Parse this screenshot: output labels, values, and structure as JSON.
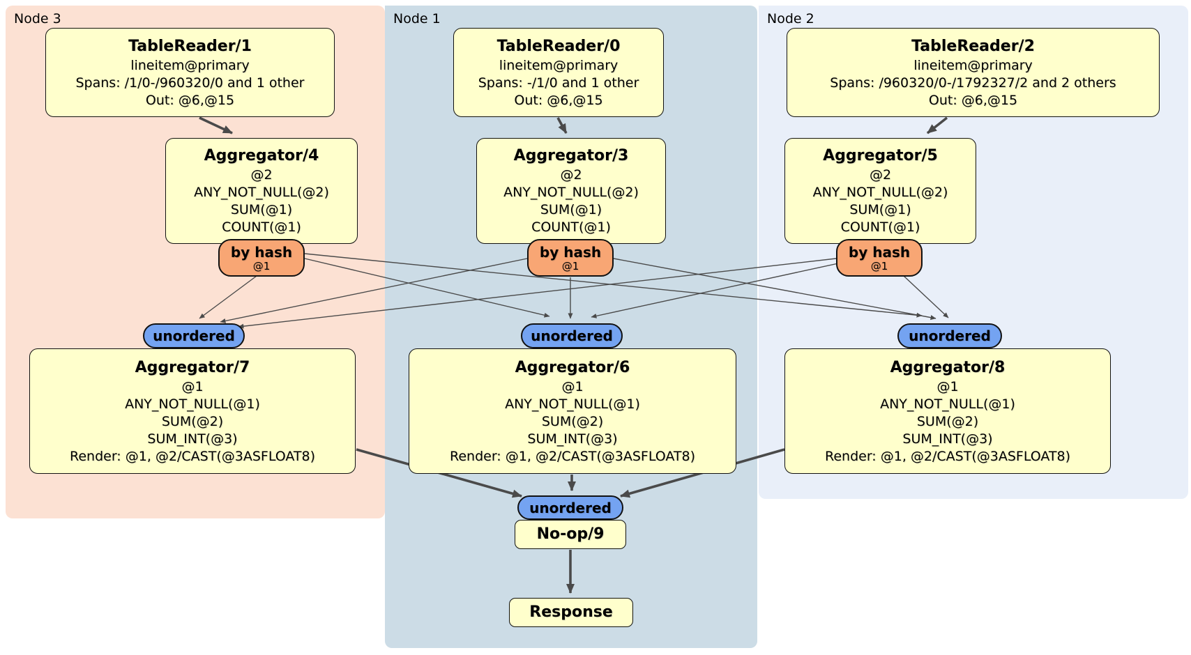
{
  "panels": {
    "node3": {
      "label": "Node 3"
    },
    "node1": {
      "label": "Node 1"
    },
    "node2": {
      "label": "Node 2"
    }
  },
  "processors": {
    "tr1": {
      "title": "TableReader/1",
      "lines": [
        "lineitem@primary",
        "Spans: /1/0-/960320/0 and 1 other",
        "Out: @6,@15"
      ]
    },
    "tr0": {
      "title": "TableReader/0",
      "lines": [
        "lineitem@primary",
        "Spans: -/1/0 and 1 other",
        "Out: @6,@15"
      ]
    },
    "tr2": {
      "title": "TableReader/2",
      "lines": [
        "lineitem@primary",
        "Spans: /960320/0-/1792327/2 and 2 others",
        "Out: @6,@15"
      ]
    },
    "agg4": {
      "title": "Aggregator/4",
      "lines": [
        "@2",
        "ANY_NOT_NULL(@2)",
        "SUM(@1)",
        "COUNT(@1)"
      ]
    },
    "agg3": {
      "title": "Aggregator/3",
      "lines": [
        "@2",
        "ANY_NOT_NULL(@2)",
        "SUM(@1)",
        "COUNT(@1)"
      ]
    },
    "agg5": {
      "title": "Aggregator/5",
      "lines": [
        "@2",
        "ANY_NOT_NULL(@2)",
        "SUM(@1)",
        "COUNT(@1)"
      ]
    },
    "agg7": {
      "title": "Aggregator/7",
      "lines": [
        "@1",
        "ANY_NOT_NULL(@1)",
        "SUM(@2)",
        "SUM_INT(@3)",
        "Render: @1, @2/CAST(@3ASFLOAT8)"
      ]
    },
    "agg6": {
      "title": "Aggregator/6",
      "lines": [
        "@1",
        "ANY_NOT_NULL(@1)",
        "SUM(@2)",
        "SUM_INT(@3)",
        "Render: @1, @2/CAST(@3ASFLOAT8)"
      ]
    },
    "agg8": {
      "title": "Aggregator/8",
      "lines": [
        "@1",
        "ANY_NOT_NULL(@1)",
        "SUM(@2)",
        "SUM_INT(@3)",
        "Render: @1, @2/CAST(@3ASFLOAT8)"
      ]
    },
    "noop": {
      "title": "No-op/9"
    },
    "response": {
      "title": "Response"
    }
  },
  "router": {
    "label": "by hash",
    "key": "@1"
  },
  "sync": {
    "label": "unordered"
  },
  "colors": {
    "panel_node3": "#fce1d3",
    "panel_node1": "#ccdce6",
    "panel_node2": "#e9eff9",
    "box_fill": "#ffffcc",
    "router_fill": "#f8a674",
    "sync_fill": "#74a3f1",
    "edge": "#4a4a4a"
  }
}
